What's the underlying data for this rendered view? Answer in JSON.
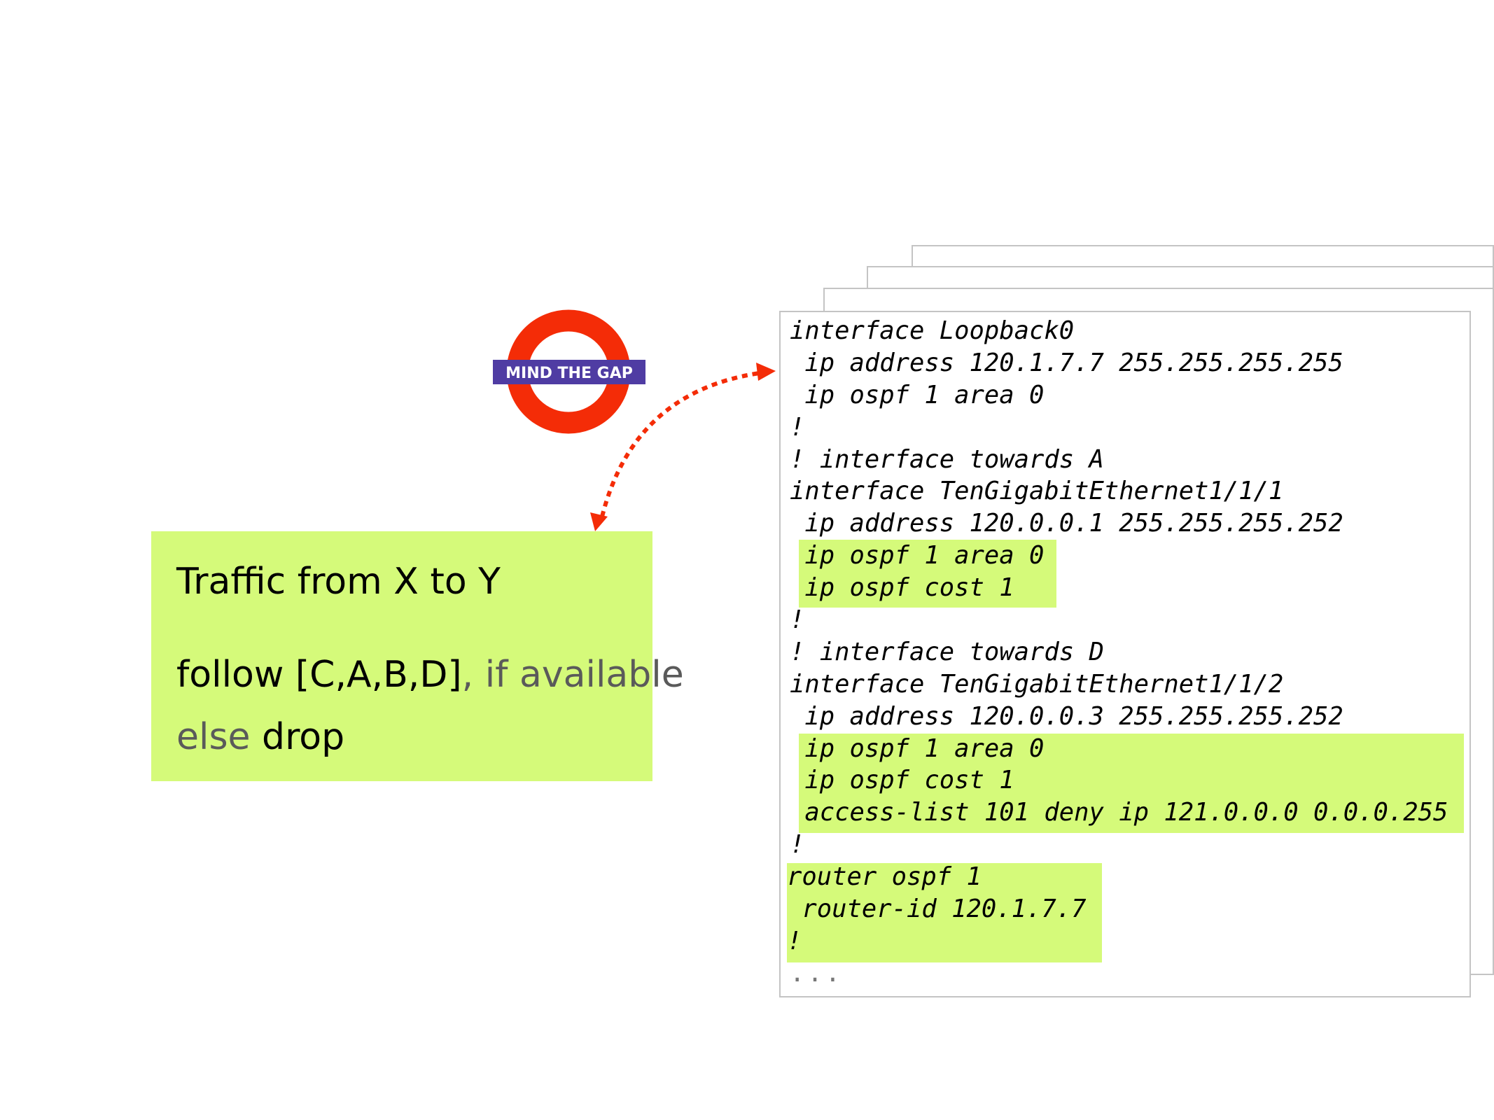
{
  "logo": {
    "text": "MIND THE GAP",
    "ring_color": "#f42c07",
    "bar_color": "#4f3ca3"
  },
  "policy": {
    "title": "Traffic from X to Y",
    "line2_main": "follow [C,A,B,D]",
    "line2_muted": ", if available",
    "line3_muted": "else",
    "line3_main": " drop"
  },
  "config": {
    "lines": [
      "interface Loopback0",
      " ip address 120.1.7.7 255.255.255.255",
      " ip ospf 1 area 0",
      "!",
      "! interface towards A",
      "interface TenGigabitEthernet1/1/1",
      " ip address 120.0.0.1 255.255.255.252",
      " ip ospf 1 area 0",
      " ip ospf cost 1",
      "!",
      "! interface towards D",
      "interface TenGigabitEthernet1/1/2",
      " ip address 120.0.0.3 255.255.255.252",
      " ip ospf 1 area 0",
      " ip ospf cost 1",
      " access-list 101 deny ip 121.0.0.0 0.0.0.255",
      "!",
      "router ospf 1",
      " router-id 120.1.7.7",
      "!",
      "..."
    ]
  },
  "colors": {
    "highlight": "#d5fa7a",
    "arrow": "#f42c07"
  }
}
